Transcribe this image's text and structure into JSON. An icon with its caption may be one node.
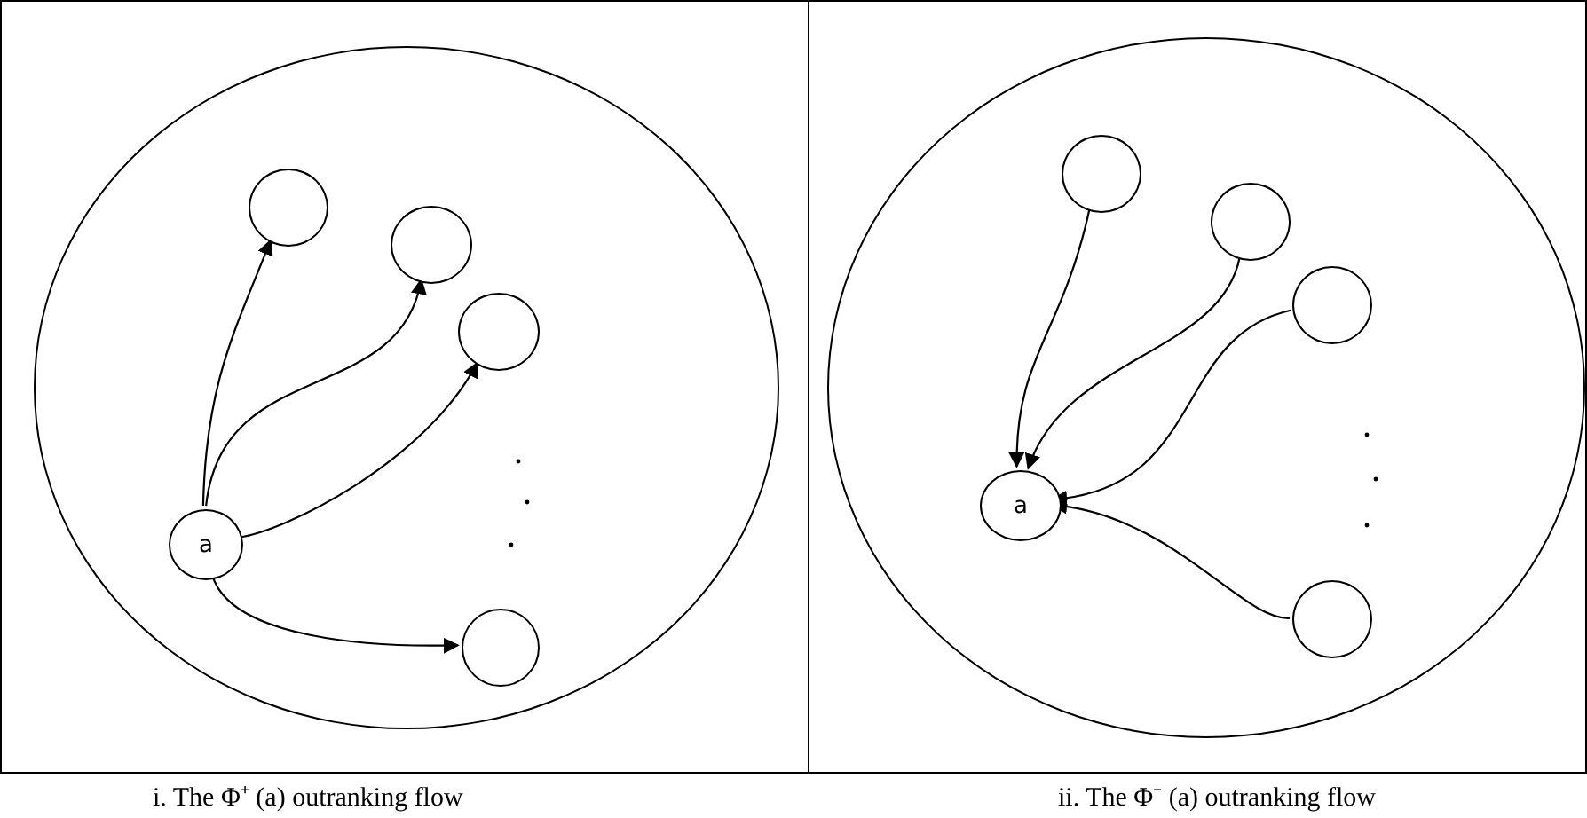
{
  "diagram": {
    "nodes": [
      {
        "text": [
          "i. The Φ⁺ (a) outranking flow"
        ]
      },
      {
        "text": [],
        "shape": "circle",
        "in": 0
      },
      {
        "text": [
          "a"
        ],
        "in": 1
      },
      {
        "text": [],
        "shape": "circle",
        "in": 1
      },
      {
        "text": [],
        "shape": "circle",
        "in": 1
      },
      {
        "text": [],
        "shape": "circle",
        "in": 1
      },
      {
        "text": [],
        "shape": "circle",
        "in": 1
      },
      {
        "text": [
          "ii. The Φ⁻ (a) outranking flow"
        ]
      },
      {
        "text": [],
        "shape": "circle",
        "in": 7
      },
      {
        "text": [],
        "shape": "circle",
        "in": 8
      },
      {
        "text": [],
        "shape": "circle",
        "in": 8
      },
      {
        "text": [],
        "shape": "circle",
        "in": 8
      },
      {
        "text": [
          "a"
        ],
        "in": 8
      },
      {
        "text": [],
        "shape": "circle",
        "in": 8
      }
    ],
    "edges": [
      {
        "from": 2,
        "to": 3,
        "arrow": "to"
      },
      {
        "from": 2,
        "to": 4,
        "arrow": "to"
      },
      {
        "from": 2,
        "to": 5,
        "arrow": "to"
      },
      {
        "from": 2,
        "to": 6,
        "arrow": "to"
      },
      {
        "from": 9,
        "to": 12,
        "arrow": "to"
      },
      {
        "from": 10,
        "to": 12,
        "arrow": "to"
      },
      {
        "from": 11,
        "to": 12,
        "arrow": "to"
      },
      {
        "from": 13,
        "to": 12,
        "arrow": "to"
      }
    ]
  }
}
